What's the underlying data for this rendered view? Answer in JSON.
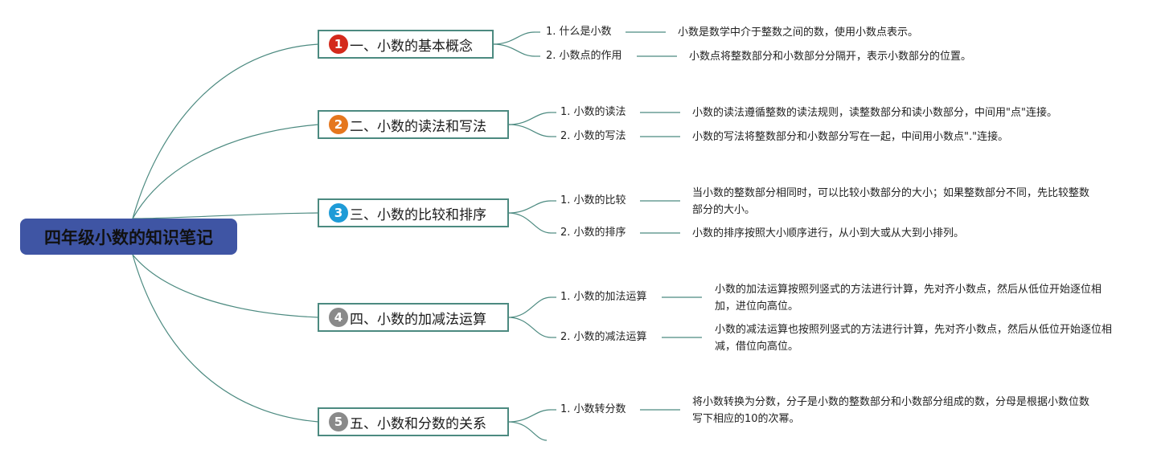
{
  "root": {
    "title": "四年级小数的知识笔记"
  },
  "colors": {
    "root_fill": "#3f55a4",
    "line": "#4c8a80",
    "badge_1": "#d42a1c",
    "badge_2": "#e5771e",
    "badge_3": "#1e9bd7",
    "badge_4": "#8a8a8a",
    "badge_5": "#8a8a8a"
  },
  "branches": [
    {
      "number": "1",
      "title": "一、小数的基本概念",
      "items": [
        {
          "label": "1. 什么是小数",
          "description": "小数是数学中介于整数之间的数，使用小数点表示。"
        },
        {
          "label": "2. 小数点的作用",
          "description": "小数点将整数部分和小数部分分隔开，表示小数部分的位置。"
        }
      ]
    },
    {
      "number": "2",
      "title": "二、小数的读法和写法",
      "items": [
        {
          "label": "1. 小数的读法",
          "description": "小数的读法遵循整数的读法规则，读整数部分和读小数部分，中间用\"点\"连接。"
        },
        {
          "label": "2. 小数的写法",
          "description": "小数的写法将整数部分和小数部分写在一起，中间用小数点\".\"连接。"
        }
      ]
    },
    {
      "number": "3",
      "title": "三、小数的比较和排序",
      "items": [
        {
          "label": "1. 小数的比较",
          "description": "当小数的整数部分相同时，可以比较小数部分的大小；如果整数部分不同，先比较整数部分的大小。"
        },
        {
          "label": "2. 小数的排序",
          "description": "小数的排序按照大小顺序进行，从小到大或从大到小排列。"
        }
      ]
    },
    {
      "number": "4",
      "title": "四、小数的加减法运算",
      "items": [
        {
          "label": "1. 小数的加法运算",
          "description": "小数的加法运算按照列竖式的方法进行计算，先对齐小数点，然后从低位开始逐位相加，进位向高位。"
        },
        {
          "label": "2. 小数的减法运算",
          "description": "小数的减法运算也按照列竖式的方法进行计算，先对齐小数点，然后从低位开始逐位相减，借位向高位。"
        }
      ]
    },
    {
      "number": "5",
      "title": "五、小数和分数的关系",
      "items": [
        {
          "label": "1. 小数转分数",
          "description": "将小数转换为分数，分子是小数的整数部分和小数部分组成的数，分母是根据小数位数写下相应的10的次幂。"
        }
      ]
    }
  ]
}
